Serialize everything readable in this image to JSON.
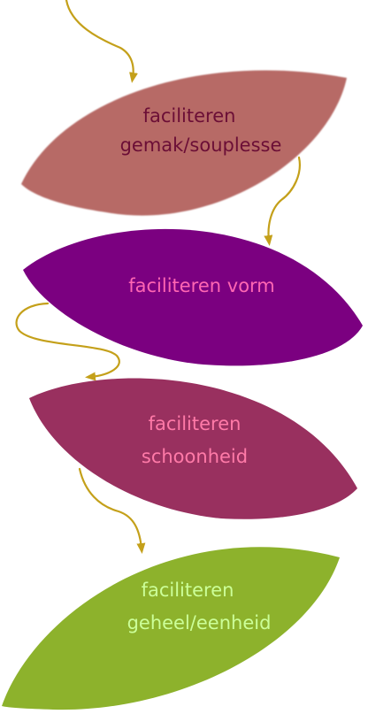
{
  "diagram": {
    "colors": {
      "arrow": "#c4a01a",
      "background": "#ffffff"
    },
    "leaves": [
      {
        "id": "gemak",
        "line1": "faciliteren",
        "line2": "gemak/souplesse",
        "fill": "#b76a66",
        "text_color": "#6b0e36"
      },
      {
        "id": "vorm",
        "line1": "faciliteren vorm",
        "line2": "",
        "fill": "#7b0080",
        "text_color": "#ff66b3"
      },
      {
        "id": "schoonheid",
        "line1": "faciliteren",
        "line2": "schoonheid",
        "fill": "#99305f",
        "text_color": "#ff7aa8"
      },
      {
        "id": "geheel",
        "line1": "faciliteren",
        "line2": "geheel/eenheid",
        "fill": "#8db22c",
        "text_color": "#ccff99"
      }
    ]
  }
}
